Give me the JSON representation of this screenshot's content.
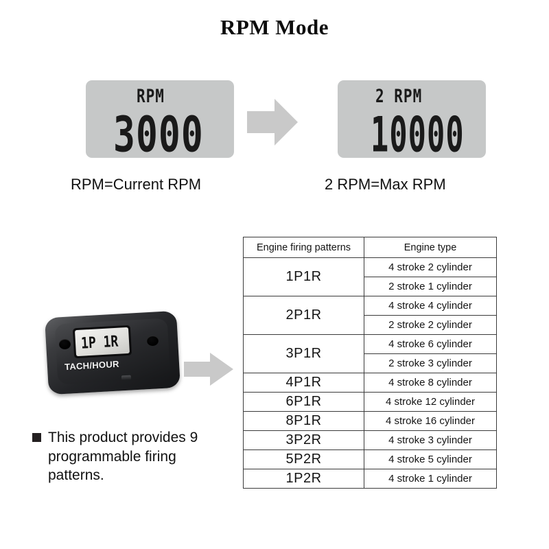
{
  "title": "RPM Mode",
  "displays": {
    "current": {
      "label": "RPM",
      "value": "3000",
      "caption": "RPM=Current RPM",
      "lcd_color": "#c6c8c8",
      "segment_color": "#1a1a1a"
    },
    "max": {
      "label": "2 RPM",
      "value": "10000",
      "caption": "2 RPM=Max RPM",
      "lcd_color": "#c6c8c8",
      "segment_color": "#1a1a1a"
    }
  },
  "arrows": {
    "lcd_arrow": "right-arrow",
    "device_arrow": "right-arrow",
    "color": "#c9c9c9"
  },
  "device": {
    "brand": "TACH/HOUR",
    "screen_text": "1P 1R"
  },
  "note": {
    "bullet": "square-bullet",
    "text": "This product provides 9 programmable firing patterns."
  },
  "table": {
    "headers": [
      "Engine firing patterns",
      "Engine type"
    ],
    "rows": [
      {
        "pattern": "1P1R",
        "types": [
          "4 stroke 2 cylinder",
          "2 stroke 1 cylinder"
        ]
      },
      {
        "pattern": "2P1R",
        "types": [
          "4 stroke 4 cylinder",
          "2 stroke 2 cylinder"
        ]
      },
      {
        "pattern": "3P1R",
        "types": [
          "4 stroke 6 cylinder",
          "2 stroke 3 cylinder"
        ]
      },
      {
        "pattern": "4P1R",
        "types": [
          "4 stroke 8 cylinder"
        ]
      },
      {
        "pattern": "6P1R",
        "types": [
          "4 stroke 12 cylinder"
        ]
      },
      {
        "pattern": "8P1R",
        "types": [
          "4 stroke 16 cylinder"
        ]
      },
      {
        "pattern": "3P2R",
        "types": [
          "4 stroke 3 cylinder"
        ]
      },
      {
        "pattern": "5P2R",
        "types": [
          "4 stroke 5 cylinder"
        ]
      },
      {
        "pattern": "1P2R",
        "types": [
          "4 stroke 1 cylinder"
        ]
      }
    ]
  }
}
